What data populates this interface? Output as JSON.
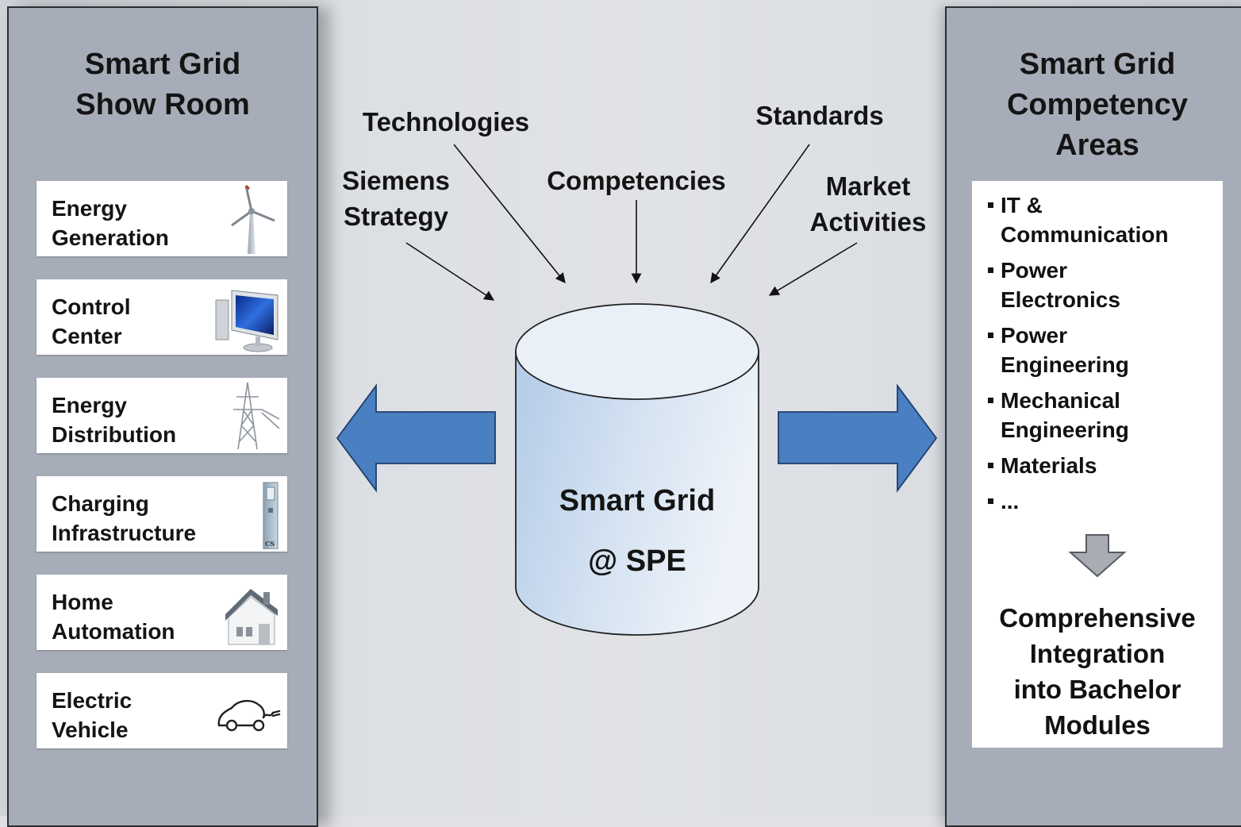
{
  "left_panel": {
    "title_lines": [
      "Smart Grid",
      "Show Room"
    ],
    "items": [
      {
        "lines": [
          "Energy",
          "Generation"
        ],
        "icon": "wind-turbine-icon"
      },
      {
        "lines": [
          "Control",
          "Center"
        ],
        "icon": "computer-monitor-icon"
      },
      {
        "lines": [
          "Energy",
          "Distribution"
        ],
        "icon": "power-pylon-icon"
      },
      {
        "lines": [
          "Charging",
          "Infrastructure"
        ],
        "icon": "charging-station-icon"
      },
      {
        "lines": [
          "Home",
          "Automation"
        ],
        "icon": "house-icon"
      },
      {
        "lines": [
          "Electric",
          "Vehicle"
        ],
        "icon": "electric-car-icon"
      }
    ],
    "charging_station_mark": "CS"
  },
  "inputs": {
    "technologies": "Technologies",
    "standards": "Standards",
    "competencies": "Competencies",
    "siemens_strategy": [
      "Siemens",
      "Strategy"
    ],
    "market_activities": [
      "Market",
      "Activities"
    ]
  },
  "center": {
    "line1": "Smart Grid",
    "line2": "@ SPE"
  },
  "right_panel": {
    "title_lines": [
      "Smart Grid",
      "Competency",
      "Areas"
    ],
    "areas": [
      [
        "IT &",
        "Communication"
      ],
      [
        "Power",
        "Electronics"
      ],
      [
        "Power",
        "Engineering"
      ],
      [
        "Mechanical",
        "Engineering"
      ],
      [
        "Materials"
      ],
      [
        "..."
      ]
    ],
    "integration_lines": [
      "Comprehensive",
      "Integration",
      "into Bachelor",
      "Modules"
    ]
  },
  "colors": {
    "panel": "#a7adb8",
    "arrow_blue": "#4a7fc1",
    "arrow_gray": "#a9adb3",
    "cylinder_top": "#e8eef7",
    "cylinder_body": "#b9d0ea"
  }
}
